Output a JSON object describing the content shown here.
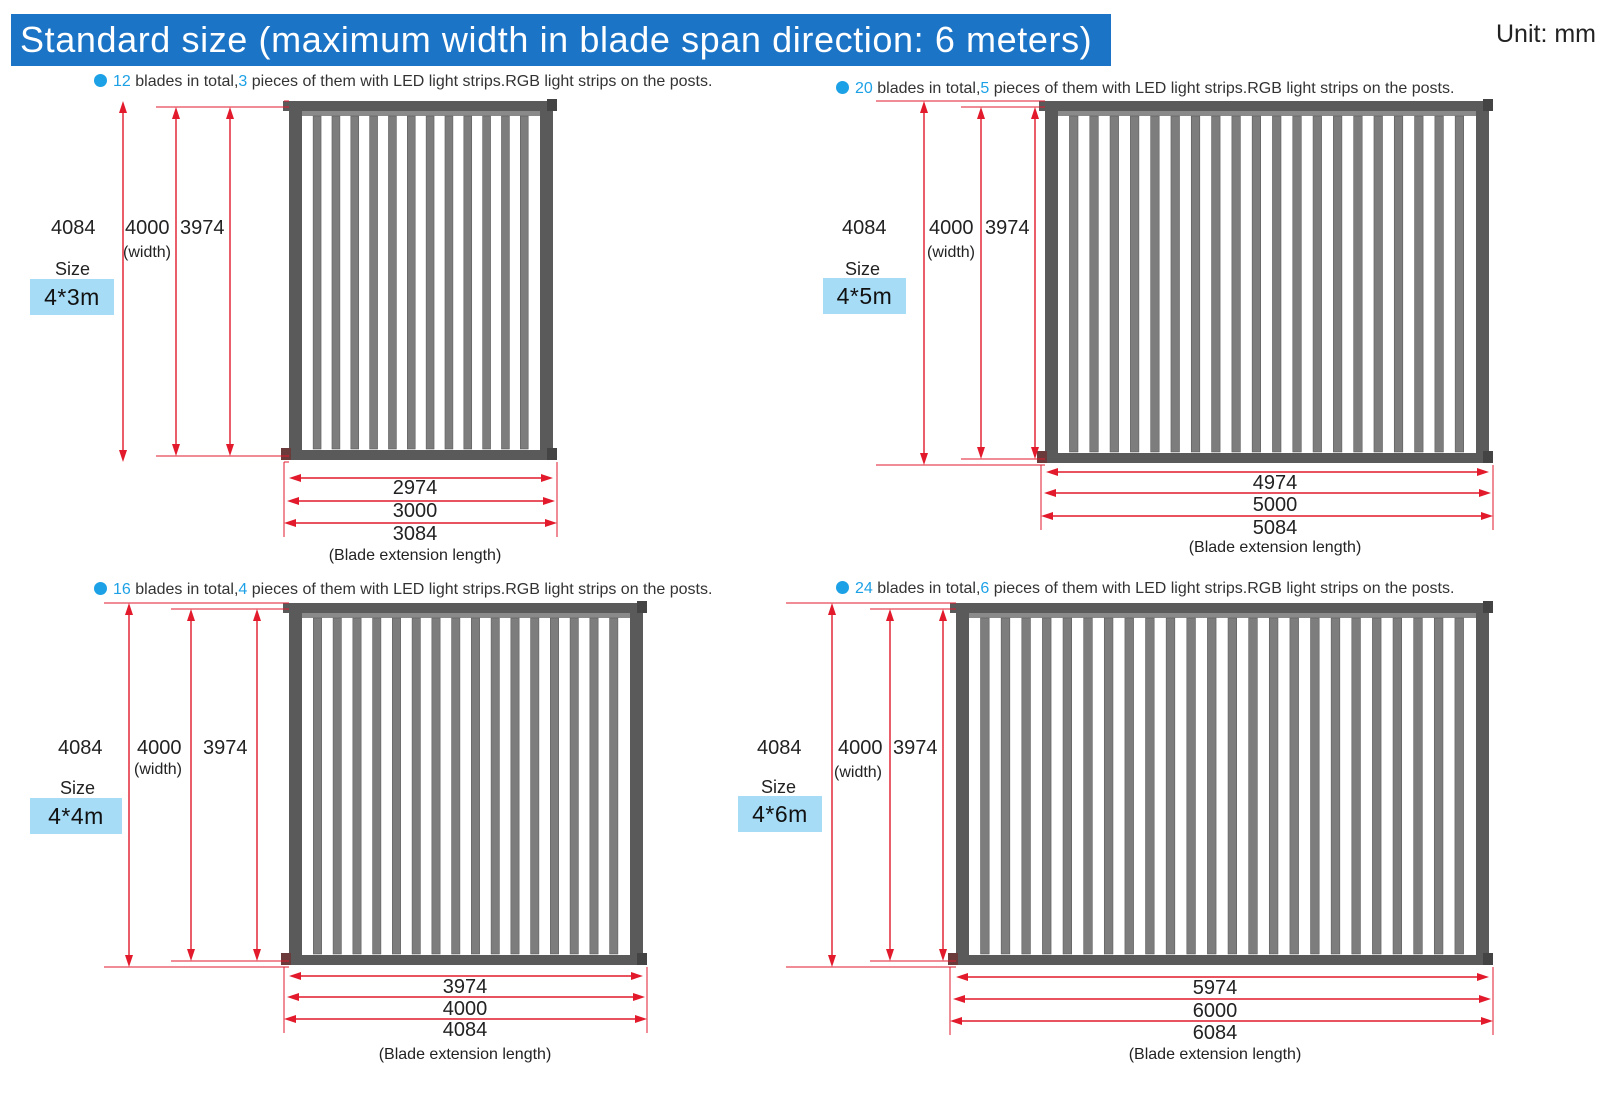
{
  "header": {
    "title": "Standard size (maximum width in blade span direction: 6 meters)",
    "unit": "Unit: mm"
  },
  "colors": {
    "banner": "#1b74c6",
    "accent": "#1da1e6",
    "badge": "#a6dcf6",
    "dimension_line": "#e21a2c",
    "frame": "#5a5a5a"
  },
  "note_suffix": " pieces of them with LED light strips.RGB light strips on the posts.",
  "note_mid": " blades in total,",
  "panels": [
    {
      "blades_total": "12",
      "led_pieces": "3",
      "blade_count": 12,
      "dims_vertical": [
        "4084",
        "4000",
        "3974"
      ],
      "width_label": "(width)",
      "size_label": "Size",
      "size_value": "4*3m",
      "dims_horizontal": [
        "2974",
        "3000",
        "3084"
      ],
      "caption": "(Blade extension length)"
    },
    {
      "blades_total": "20",
      "led_pieces": "5",
      "blade_count": 20,
      "dims_vertical": [
        "4084",
        "4000",
        "3974"
      ],
      "width_label": "(width)",
      "size_label": "Size",
      "size_value": "4*5m",
      "dims_horizontal": [
        "4974",
        "5000",
        "5084"
      ],
      "caption": "(Blade extension length)"
    },
    {
      "blades_total": "16",
      "led_pieces": "4",
      "blade_count": 16,
      "dims_vertical": [
        "4084",
        "4000",
        "3974"
      ],
      "width_label": "(width)",
      "size_label": "Size",
      "size_value": "4*4m",
      "dims_horizontal": [
        "3974",
        "4000",
        "4084"
      ],
      "caption": "(Blade extension length)"
    },
    {
      "blades_total": "24",
      "led_pieces": "6",
      "blade_count": 24,
      "dims_vertical": [
        "4084",
        "4000",
        "3974"
      ],
      "width_label": "(width)",
      "size_label": "Size",
      "size_value": "4*6m",
      "dims_horizontal": [
        "5974",
        "6000",
        "6084"
      ],
      "caption": "(Blade extension length)"
    }
  ]
}
